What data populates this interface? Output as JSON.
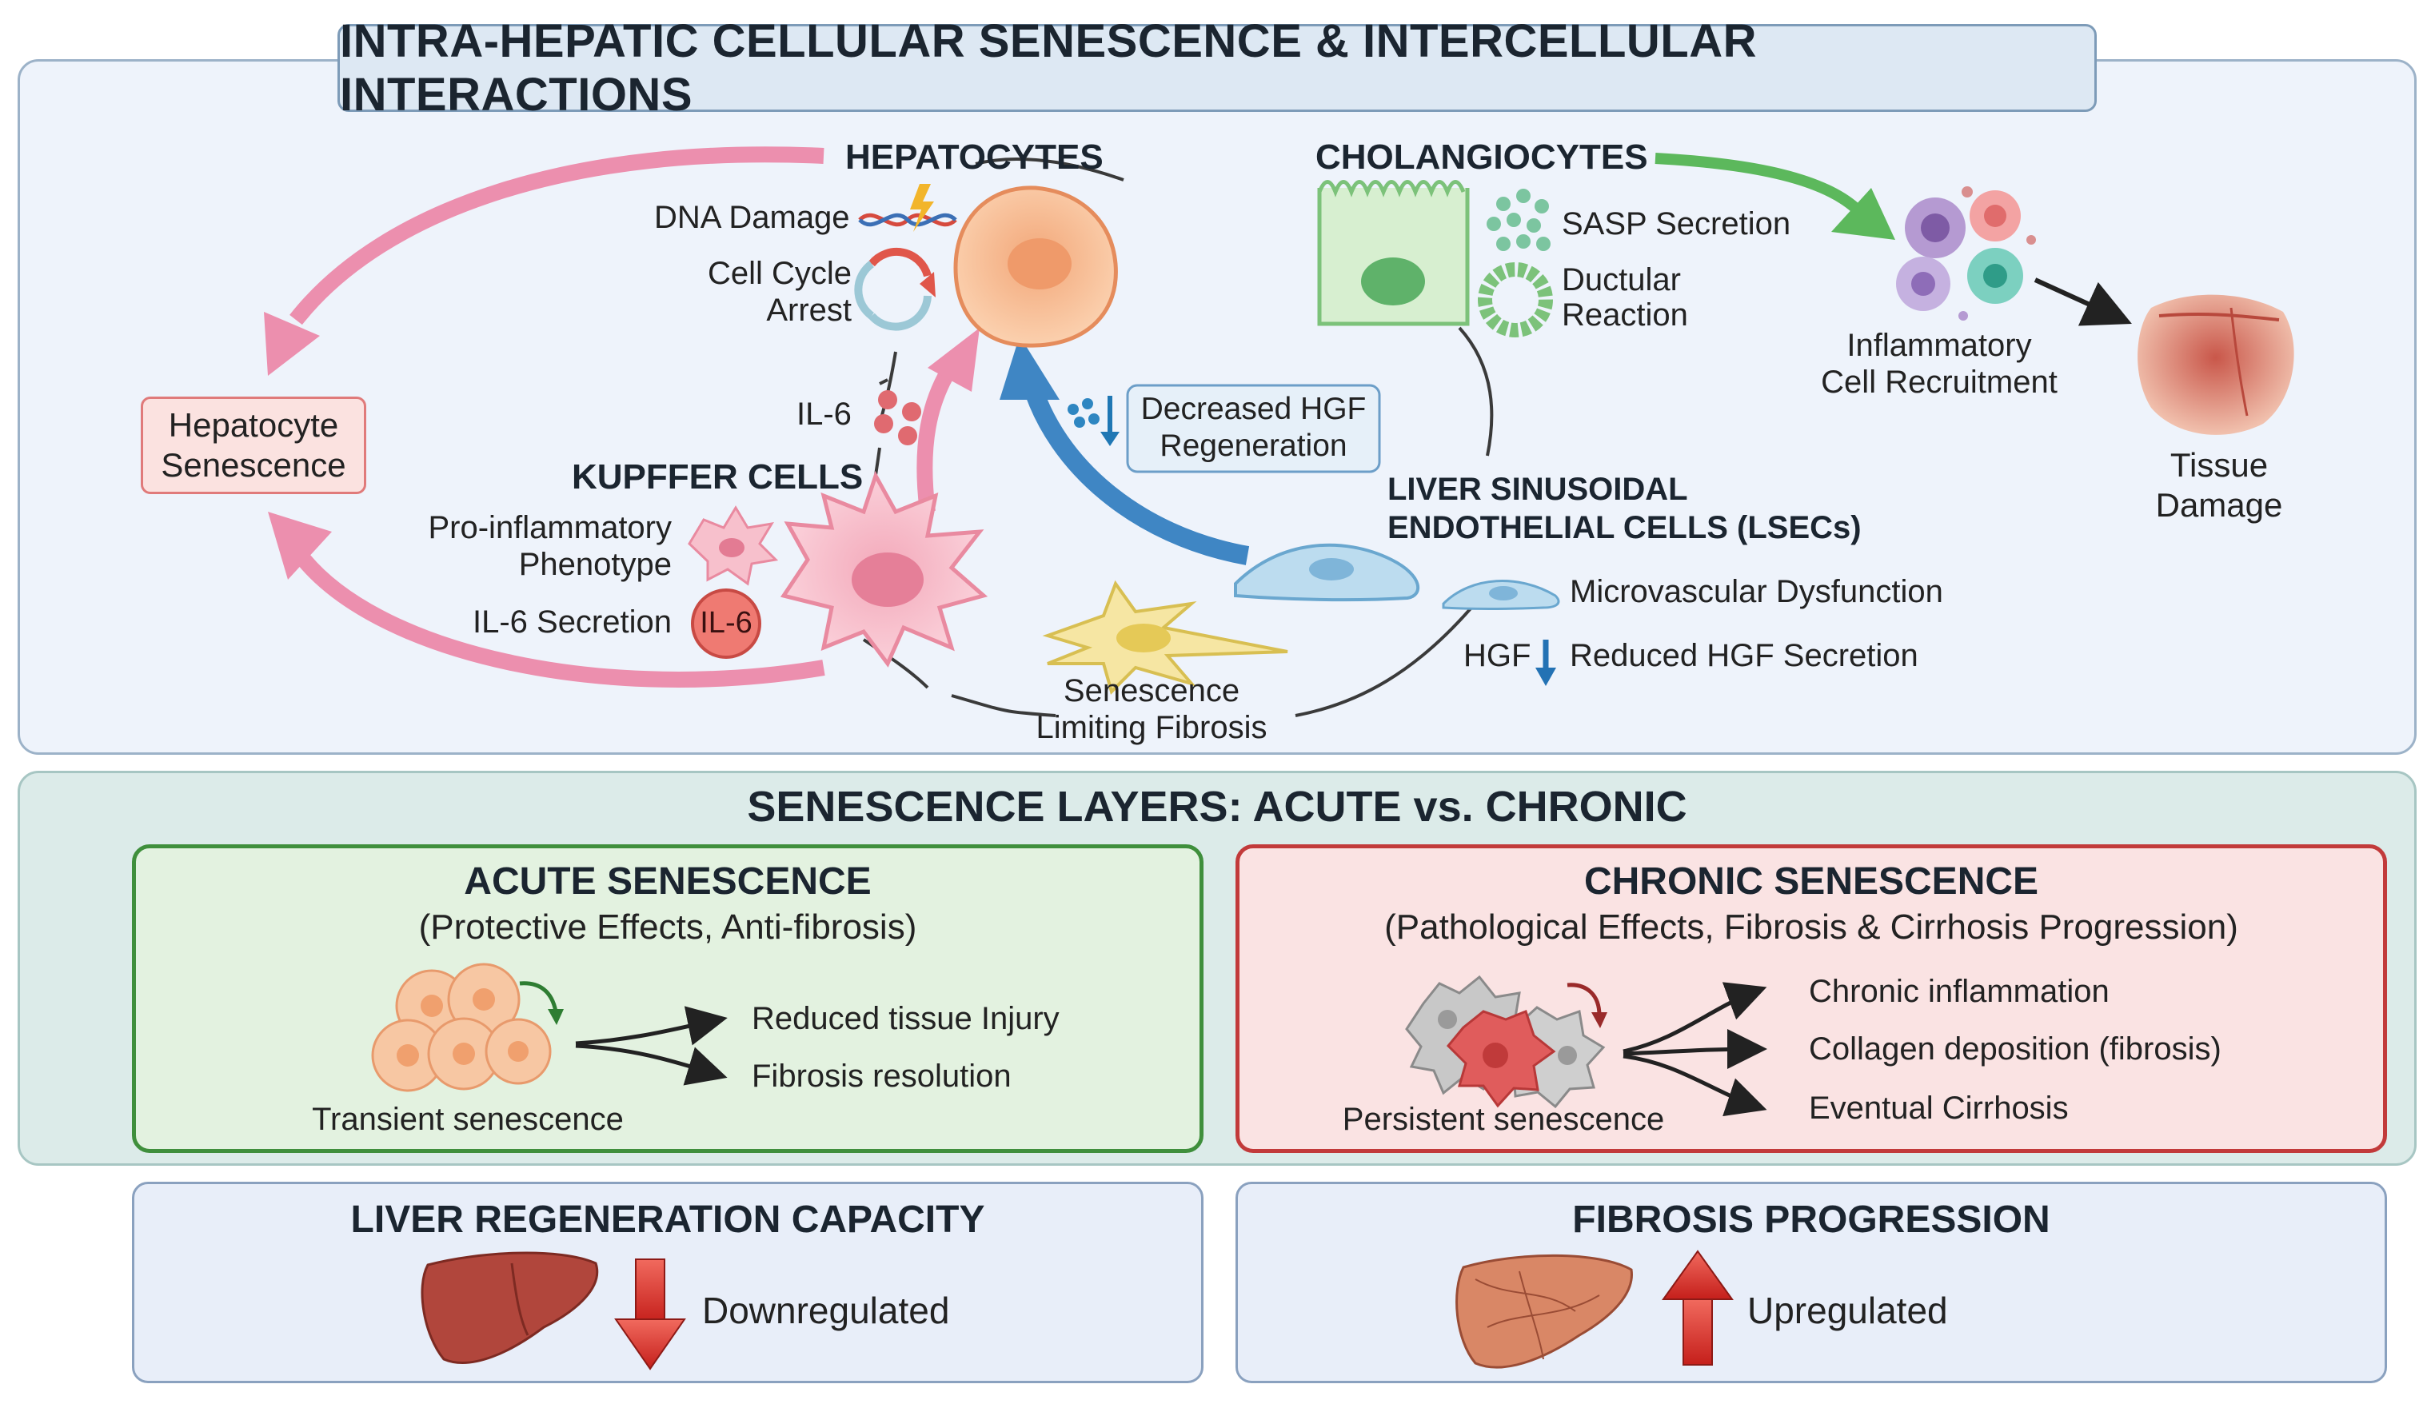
{
  "title": "INTRA-HEPATIC CELLULAR SENESCENCE & INTERCELLULAR INTERACTIONS",
  "top": {
    "hepatocytes": "HEPATOCYTES",
    "dna_damage": "DNA Damage",
    "cell_cycle_arrest_1": "Cell Cycle",
    "cell_cycle_arrest_2": "Arrest",
    "cholangiocytes": "CHOLANGIOCYTES",
    "sasp_secretion": "SASP Secretion",
    "ductular_reaction_1": "Ductular",
    "ductular_reaction_2": "Reaction",
    "inflammatory_1": "Inflammatory",
    "inflammatory_2": "Cell Recruitment",
    "tissue_damage_1": "Tissue",
    "tissue_damage_2": "Damage",
    "hepatocyte_senescence_1": "Hepatocyte",
    "hepatocyte_senescence_2": "Senescence",
    "il6_small": "IL-6",
    "decreased_hgf_1": "Decreased HGF",
    "decreased_hgf_2": "Regeneration",
    "kupffer": "KUPFFER CELLS",
    "pro_inflammatory_1": "Pro-inflammatory",
    "pro_inflammatory_2": "Phenotype",
    "il6_secretion": "IL-6 Secretion",
    "il6_badge": "IL-6",
    "lsec_1": "LIVER SINUSOIDAL",
    "lsec_2": "ENDOTHELIAL CELLS (LSECs)",
    "microvascular": "Microvascular Dysfunction",
    "hgf": "HGF",
    "reduced_hgf": "Reduced HGF Secretion",
    "senescence_limiting_1": "Senescence",
    "senescence_limiting_2": "Limiting Fibrosis"
  },
  "layers": {
    "title": "SENESCENCE LAYERS: ACUTE vs. CHRONIC",
    "acute": {
      "title": "ACUTE SENESCENCE",
      "subtitle": "(Protective Effects, Anti-fibrosis)",
      "cell_label": "Transient senescence",
      "outcomes": [
        "Reduced tissue Injury",
        "Fibrosis resolution"
      ]
    },
    "chronic": {
      "title": "CHRONIC SENESCENCE",
      "subtitle": "(Pathological Effects, Fibrosis & Cirrhosis Progression)",
      "cell_label": "Persistent senescence",
      "outcomes": [
        "Chronic inflammation",
        "Collagen deposition (fibrosis)",
        "Eventual Cirrhosis"
      ]
    }
  },
  "bottom": {
    "regeneration": {
      "title": "LIVER REGENERATION CAPACITY",
      "status": "Downregulated"
    },
    "fibrosis": {
      "title": "FIBROSIS PROGRESSION",
      "status": "Upregulated"
    }
  },
  "colors": {
    "pink_arrow": "#ec8fae",
    "blue_arrow": "#3f86c4",
    "green_arrow": "#5cb85c",
    "acute_border": "#3f8f3c",
    "chronic_border": "#c23a3a",
    "down_arrow": "#d9342f",
    "up_arrow": "#d9342f"
  }
}
